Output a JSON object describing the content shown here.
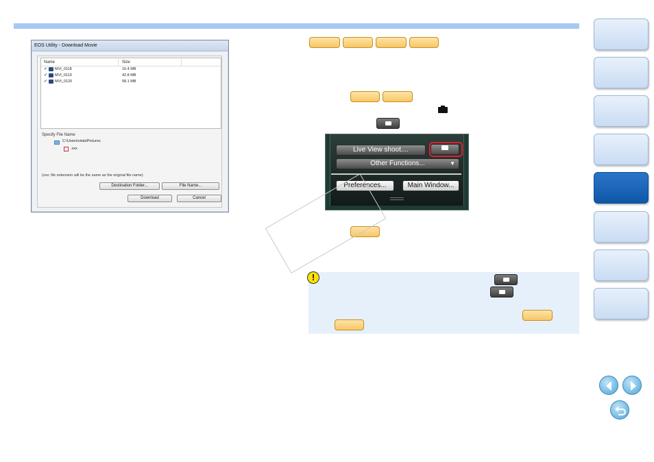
{
  "colors": {
    "top_band": "#a6c9f4",
    "tag_fill": "#f6c768",
    "nav_active": "#0f58a8",
    "nav_inactive": "#c9dcf3",
    "caution_bg": "#e6f0fb",
    "highlight_red": "#e3202c"
  },
  "dialog": {
    "title": "EOS Utility - Download Movie",
    "col_name": "Name",
    "col_size": "Size",
    "files": [
      {
        "name": "MVI_0118",
        "size": "16.4 MB",
        "checked": true
      },
      {
        "name": "MVI_0119",
        "size": "42.8 MB",
        "checked": true
      },
      {
        "name": "MVI_0120",
        "size": "58.1 MB",
        "checked": true
      }
    ],
    "specify_label": "Specify File Name",
    "path": "C:\\Users\\vista\\Pictures",
    "ext": ".xxx",
    "note": "(xxx: file extension will be the same as the original file name)",
    "btn_destination": "Destination Folder...",
    "btn_filename": "File Name...",
    "btn_download": "Download",
    "btn_cancel": "Cancel"
  },
  "panel": {
    "btn_liveview": "Live View shoot....",
    "btn_other": "Other Functions...",
    "dropdown_arrow": "▼",
    "btn_preferences": "Preferences...",
    "btn_main_window": "Main Window..."
  },
  "caution": {
    "icon": "!"
  },
  "nav": {
    "active_index": 4,
    "tabs": 8
  }
}
